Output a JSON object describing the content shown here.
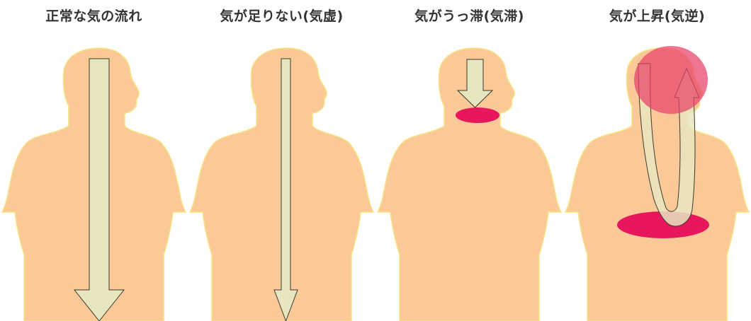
{
  "panels": [
    {
      "id": "normal",
      "title": "正常な気の流れ"
    },
    {
      "id": "deficiency",
      "title": "気が足りない(気虚)"
    },
    {
      "id": "stagnation",
      "title": "気がうっ滞(気滞)"
    },
    {
      "id": "rebellion",
      "title": "気が上昇(気逆)"
    }
  ],
  "colors": {
    "body_fill": "#FAC997",
    "body_outline": "#F7E484",
    "arrow_fill": "#E8E6BE",
    "arrow_stroke": "#3A3A2E",
    "blockage": "#E8175D",
    "head_glow": "#E8416A",
    "title_text": "#333333",
    "background": "#FFFFFF"
  }
}
